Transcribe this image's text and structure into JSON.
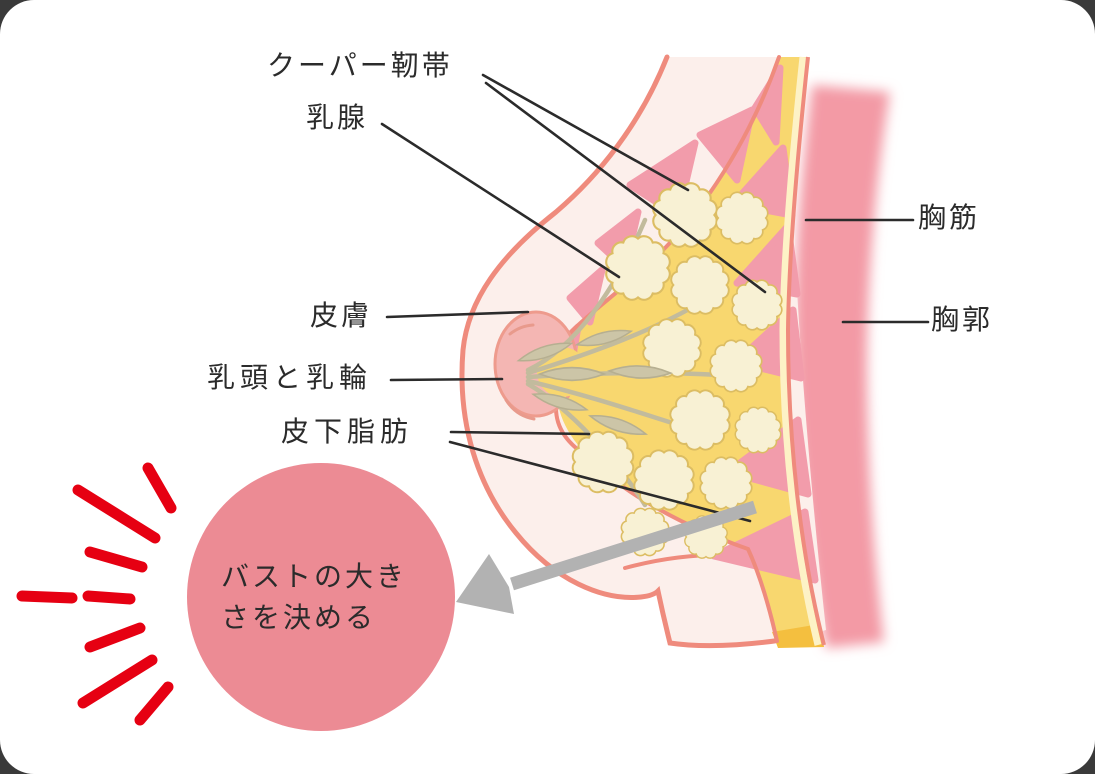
{
  "figure": {
    "title_context": "breast-anatomy-diagram",
    "labels": {
      "cooper_ligament": "クーパー靭帯",
      "mammary_gland": "乳腺",
      "skin": "皮膚",
      "nipple_and_areola": "乳頭と乳輪",
      "subcutaneous_fat": "皮下脂肪",
      "pectoral_muscle": "胸筋",
      "rib_cage": "胸郭"
    },
    "callout": {
      "line1": "バストの大き",
      "line2": "さを決める"
    },
    "colors": {
      "outline_salmon": "#ef8b7d",
      "skin_fill": "#fcefeb",
      "fat_yellow": "#f8d76f",
      "band_highlight": "#fdf2c6",
      "band_bottom_orange": "#f4bf3f",
      "ligament_pink": "#f29cab",
      "lobule_cream": "#f8f1d4",
      "lobule_edge": "#dcbd63",
      "duct_tan": "#ccc5a7",
      "muscle_pink": "#f39aa5",
      "areola_pink": "#f4b6b3",
      "accent_red": "#e60012",
      "arrow_gray": "#b2b2b2",
      "callout_circle": "#ec8b94",
      "label_text": "#2b2b2b"
    }
  }
}
